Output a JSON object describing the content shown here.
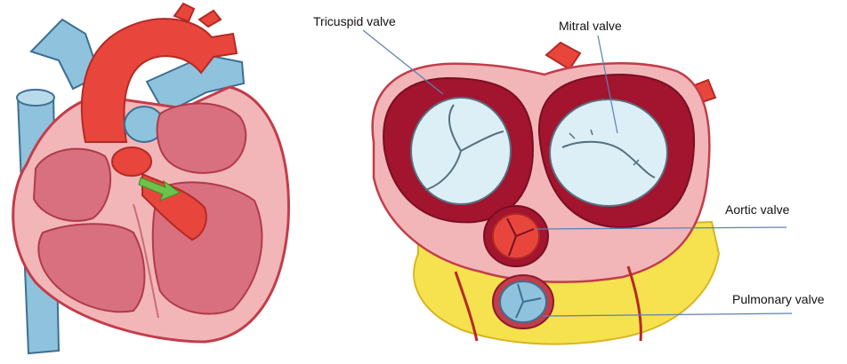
{
  "labels": {
    "tricuspid": "Tricuspid valve",
    "mitral": "Mitral valve",
    "aortic": "Aortic valve",
    "pulmonary": "Pulmonary valve"
  },
  "colors": {
    "heart_wall": "#f2b6b8",
    "heart_outline": "#c23d4a",
    "chamber": "#d9707f",
    "aorta": "#e8463c",
    "vein_blue": "#8fc2dc",
    "valve_ring_dark": "#a3142f",
    "valve_leaflet": "#ddeff6",
    "fat_yellow": "#f6e24f",
    "arrow_green": "#6cc24a",
    "leader_line": "#5d7fb5"
  }
}
